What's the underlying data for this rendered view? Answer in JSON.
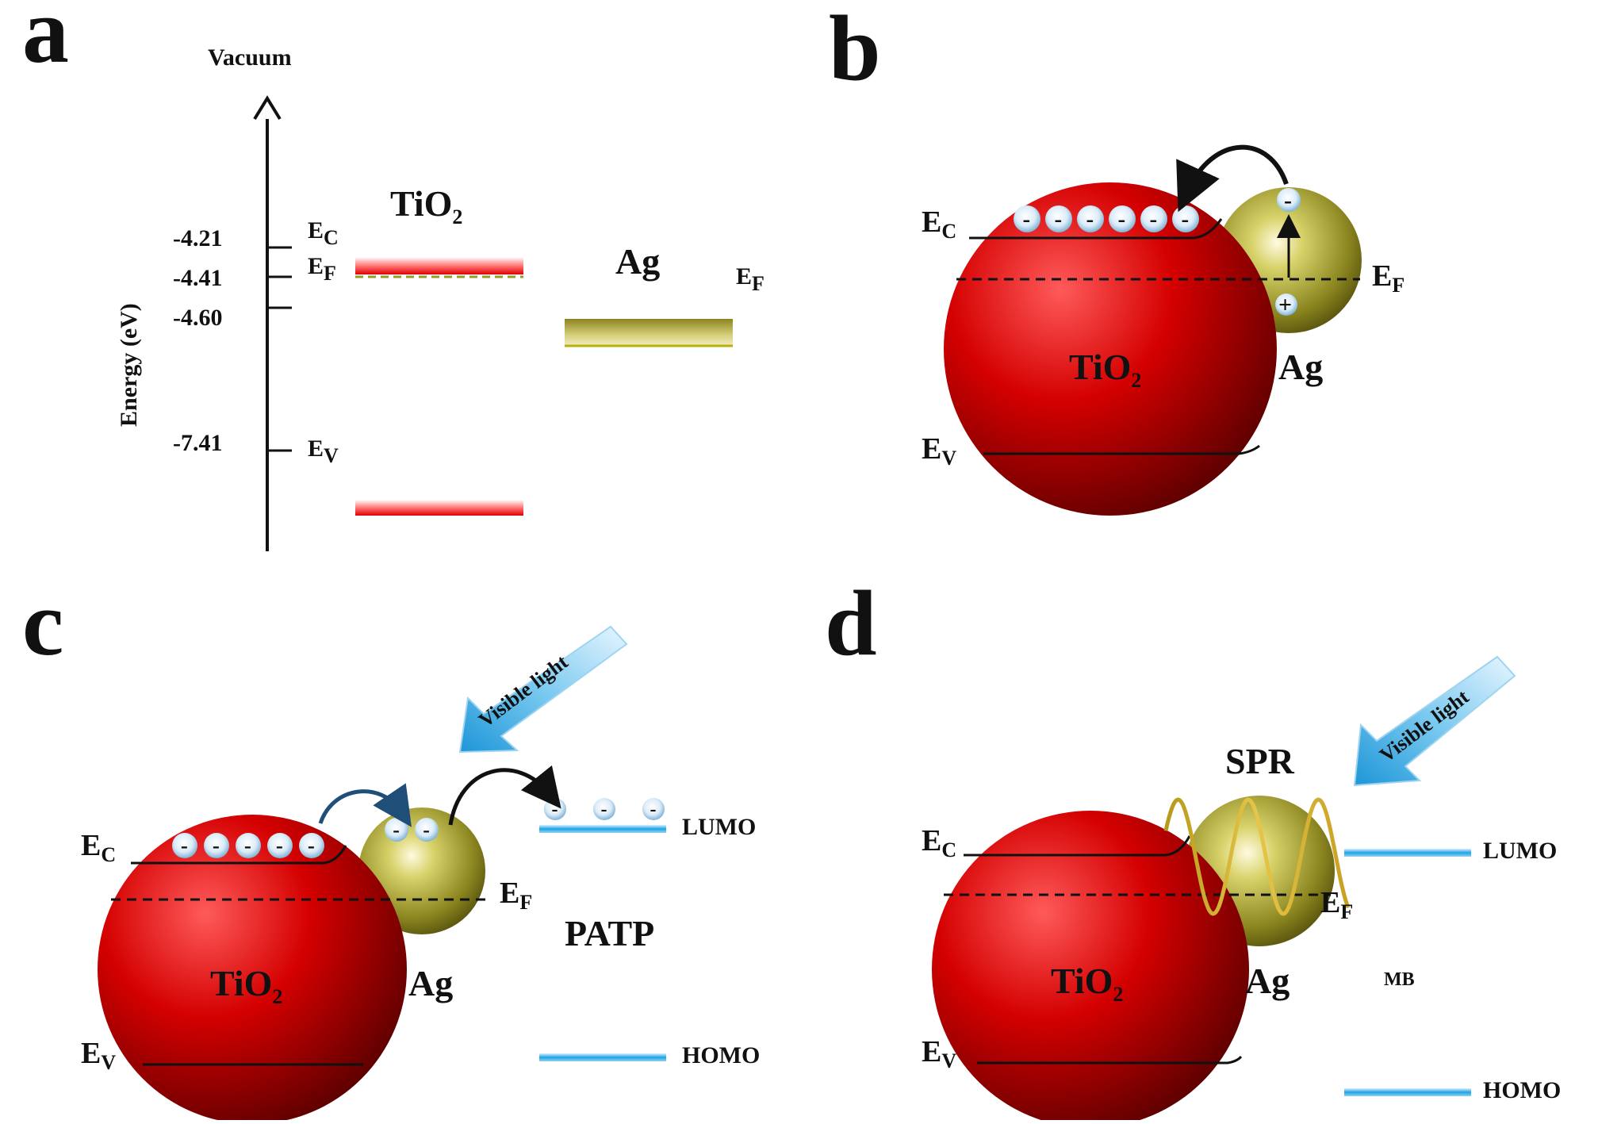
{
  "panels": {
    "a": {
      "letter": "a",
      "vacuum": "Vacuum",
      "axis_label": "Energy (eV)",
      "ticks": [
        "-4.21",
        "-4.41",
        "-4.60",
        "-7.41"
      ],
      "tio2_main": "TiO",
      "tio2_sub": "2",
      "ag": "Ag",
      "ec_main": "E",
      "ec_sub": "C",
      "ef_main": "E",
      "ef_sub": "F",
      "ev_main": "E",
      "ev_sub": "V",
      "ag_ef_main": "E",
      "ag_ef_sub": "F"
    },
    "b": {
      "letter": "b",
      "tio2_main": "TiO",
      "tio2_sub": "2",
      "ag": "Ag",
      "ec_main": "E",
      "ec_sub": "C",
      "ef_main": "E",
      "ef_sub": "F",
      "ev_main": "E",
      "ev_sub": "V",
      "minus": "-",
      "plus": "+"
    },
    "c": {
      "letter": "c",
      "tio2_main": "TiO",
      "tio2_sub": "2",
      "ag": "Ag",
      "ec_main": "E",
      "ec_sub": "C",
      "ef_main": "E",
      "ef_sub": "F",
      "ev_main": "E",
      "ev_sub": "V",
      "visible_light": "Visible  light",
      "lumo": "LUMO",
      "homo": "HOMO",
      "molecule": "PATP",
      "minus": "-"
    },
    "d": {
      "letter": "d",
      "tio2_main": "TiO",
      "tio2_sub": "2",
      "ag": "Ag",
      "ec_main": "E",
      "ec_sub": "C",
      "ef_main": "E",
      "ef_sub": "F",
      "ev_main": "E",
      "ev_sub": "V",
      "visible_light": "Visible  light",
      "spr": "SPR",
      "lumo": "LUMO",
      "homo": "HOMO",
      "molecule": "MB"
    }
  },
  "colors": {
    "tio2": "#cc0000",
    "ag": "#8f8a1c",
    "orbital": "#1ea0dc",
    "arrow_light": "#3aa6e0"
  }
}
